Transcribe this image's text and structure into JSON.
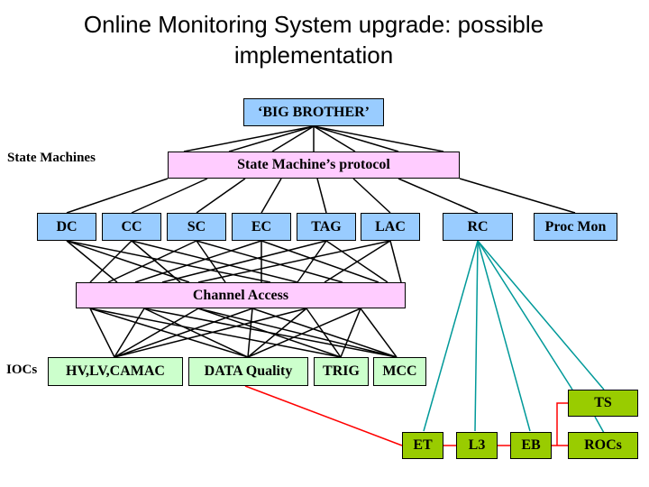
{
  "title": {
    "line1": "Online Monitoring System upgrade: possible",
    "line2": "implementation"
  },
  "labels": {
    "state_machines": "State Machines",
    "iocs": "IOCs"
  },
  "boxes": {
    "big_brother": "‘BIG BROTHER’",
    "sm_protocol": "State Machine’s protocol",
    "channel_access": "Channel Access",
    "dc": "DC",
    "cc": "CC",
    "sc": "SC",
    "ec": "EC",
    "tag": "TAG",
    "lac": "LAC",
    "rc": "RC",
    "proc_mon": "Proc Mon",
    "hv_lv_camac": "HV,LV,CAMAC",
    "data_quality": "DATA Quality",
    "trig": "TRIG",
    "mcc": "MCC",
    "ts": "TS",
    "et": "ET",
    "l3": "L3",
    "eb": "EB",
    "rocs": "ROCs"
  },
  "colors": {
    "blue_box": "#99ccff",
    "pink_box": "#ffccff",
    "light_green_box": "#ccffcc",
    "dark_green_box": "#99cc00",
    "teal_line": "#009999",
    "red_line": "#ff0000",
    "black_line": "#000000"
  }
}
